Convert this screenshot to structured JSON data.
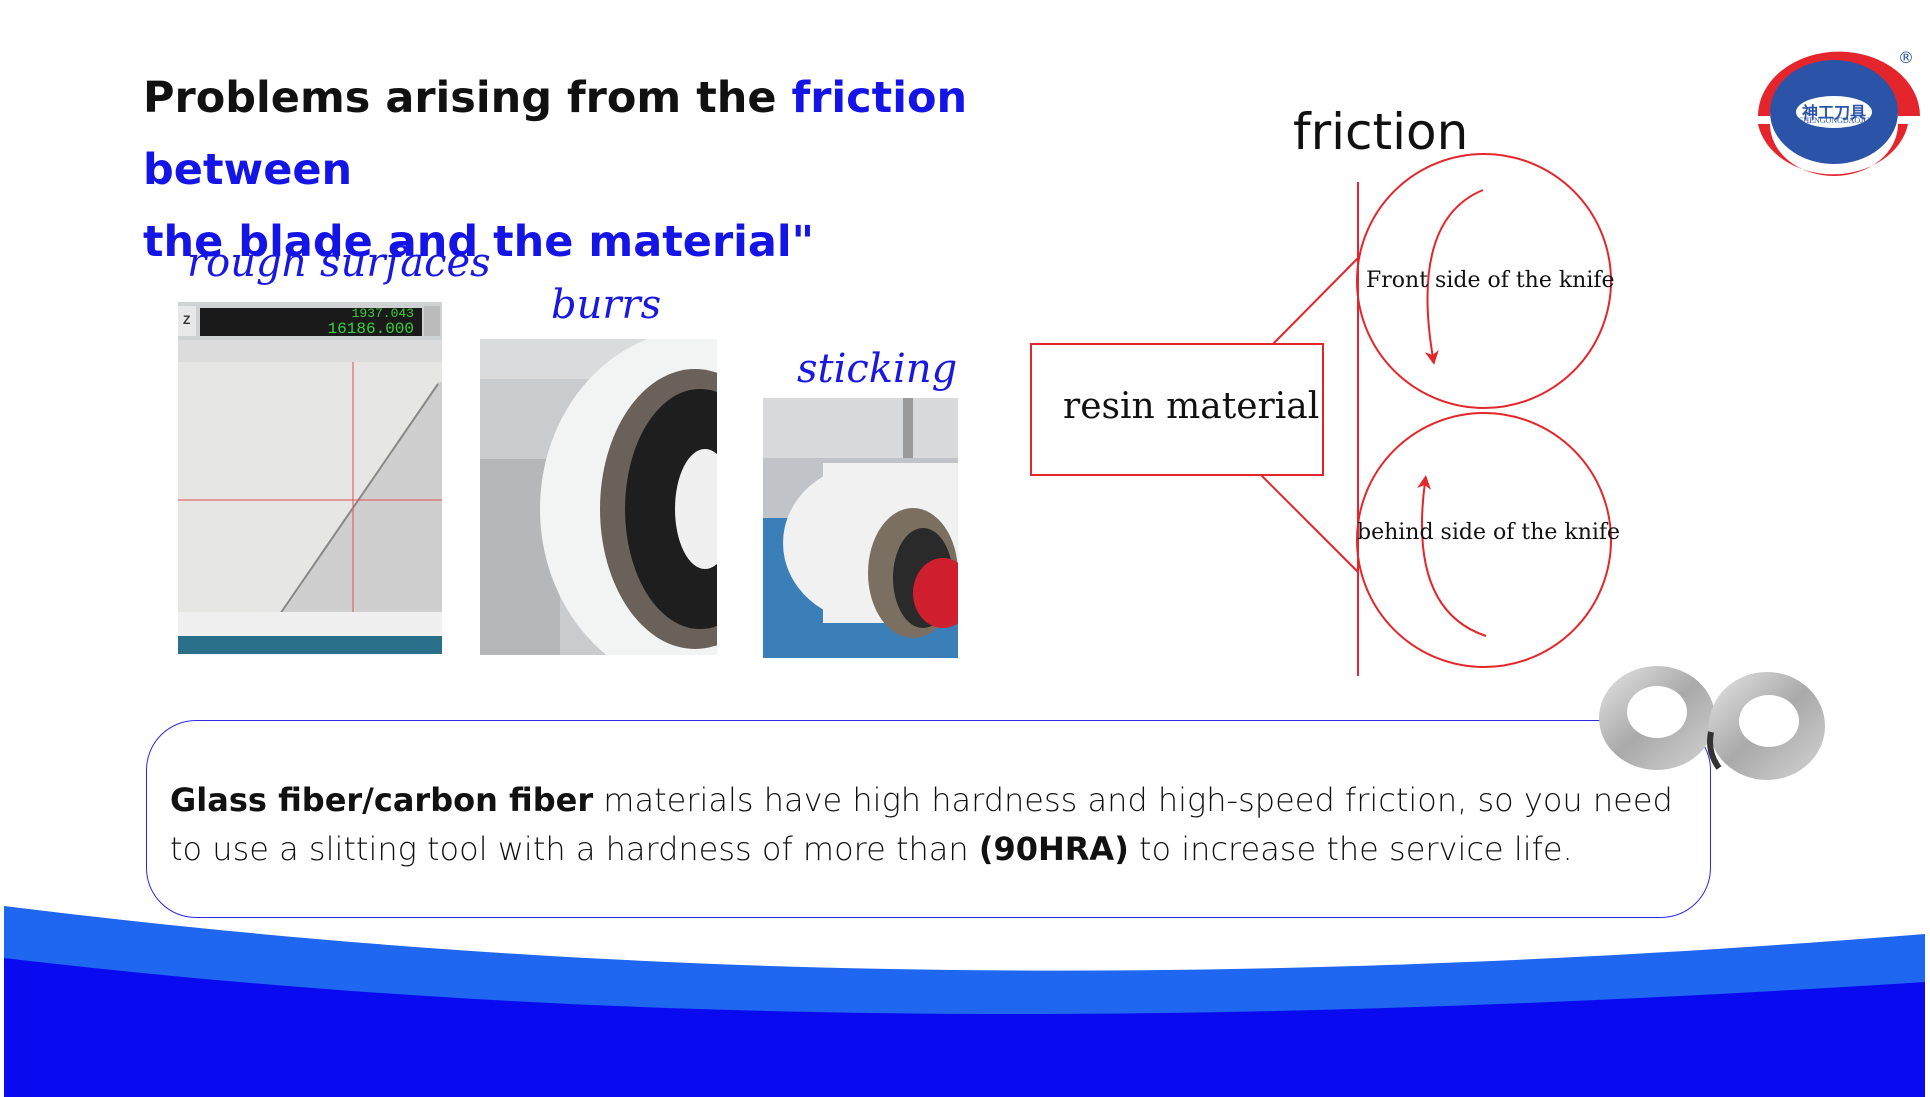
{
  "title": {
    "part1": "Problems arising from the ",
    "part2": "friction between",
    "part3": "the blade and the material\""
  },
  "captions": {
    "rough": "rough surfaces",
    "burrs": "burrs",
    "sticking": "sticking"
  },
  "photo1": {
    "reading_top": "1937.043",
    "reading": "16186.000",
    "axis": "Z"
  },
  "diagram": {
    "friction": "friction",
    "resin": "resin material",
    "front": "Front side of the knife",
    "behind": "behind side of the knife"
  },
  "callout": {
    "bold1": "Glass fiber/carbon fiber",
    "text1": " materials have high hardness and high-speed friction, so you need to use a slitting tool with a hardness of more than ",
    "bold2": "(90HRA)",
    "text2": " to increase the service life."
  },
  "logo": {
    "chinese": "神工刀具",
    "latin": "SHENGONGDAOJU",
    "registered": "®"
  },
  "colors": {
    "accent_blue": "#1414e6",
    "diagram_red": "#e3262c",
    "wave_light": "#1f66f0",
    "wave_dark": "#0a0af0"
  }
}
